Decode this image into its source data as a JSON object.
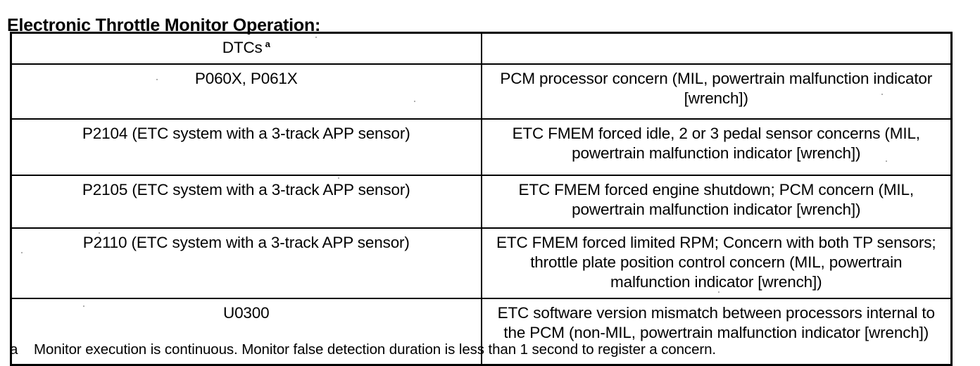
{
  "document": {
    "title": "Electronic Throttle Monitor Operation:"
  },
  "table": {
    "headers": {
      "left": "DTCs",
      "left_footnote_marker": "a",
      "right": ""
    },
    "rows": [
      {
        "dtc": "P060X, P061X",
        "description": "PCM processor concern (MIL, powertrain malfunction indicator [wrench])"
      },
      {
        "dtc": "P2104 (ETC system with a 3-track APP sensor)",
        "description": "ETC FMEM  forced idle, 2 or 3 pedal sensor concerns (MIL, powertrain malfunction indicator [wrench])"
      },
      {
        "dtc": "P2105 (ETC system with a 3-track APP sensor)",
        "description": "ETC FMEM  forced engine shutdown; PCM concern (MIL, powertrain malfunction indicator [wrench])"
      },
      {
        "dtc": "P2110 (ETC system with a 3-track APP sensor)",
        "description": "ETC FMEM  forced limited RPM; Concern with both TP sensors; throttle plate position control concern (MIL, powertrain malfunction indicator [wrench])"
      },
      {
        "dtc": "U0300",
        "description": "ETC software version mismatch between processors internal to the PCM (non-MIL, powertrain malfunction indicator [wrench])"
      }
    ]
  },
  "footnotes": [
    {
      "marker": "a",
      "text": "Monitor execution is continuous. Monitor false detection duration is less than 1 second to register a concern."
    }
  ],
  "colors": {
    "text": "#000000",
    "background": "#ffffff",
    "border": "#000000"
  }
}
